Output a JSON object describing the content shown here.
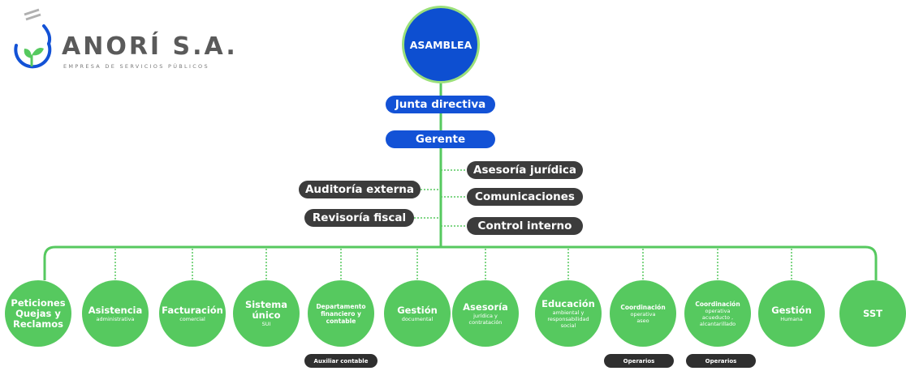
{
  "logo": {
    "name": "ANORÍ S.A.",
    "tagline": "EMPRESA DE SERVICIOS PÚBLICOS",
    "icon": "water-drop-leaf-icon"
  },
  "colors": {
    "blue": "#1352d6",
    "green": "#56c95f",
    "dark": "#3c3c3c",
    "ring": "#9be07a"
  },
  "top": {
    "asamblea": "ASAMBLEA",
    "junta": "Junta directiva",
    "gerente": "Gerente"
  },
  "advisors_left": [
    "Auditoría externa",
    "Revisoría fiscal"
  ],
  "advisors_right": [
    "Asesoría jurídica",
    "Comunicaciones",
    "Control interno"
  ],
  "departments": [
    {
      "title": "Peticiones\nQuejas y\nReclamos",
      "sub": ""
    },
    {
      "title": "Asistencia",
      "sub": "administrativa"
    },
    {
      "title": "Facturación",
      "sub": "comercial"
    },
    {
      "title": "Sistema\núnico",
      "sub": "SUI"
    },
    {
      "title": "Departamento\nfinanciero y\ncontable",
      "sub": ""
    },
    {
      "title": "Gestión",
      "sub": "documental"
    },
    {
      "title": "Asesoría",
      "sub": "jurídica y\ncontratación"
    },
    {
      "title": "Educación",
      "sub": "ambiental y\nresponsabilidad\nsocial"
    },
    {
      "title": "Coordinación",
      "sub": "operativa\naseo"
    },
    {
      "title": "Coordinación",
      "sub": "operativa\nacueducto ,\nalcantarillado"
    },
    {
      "title": "Gestión",
      "sub": "Humana"
    },
    {
      "title": "SST",
      "sub": ""
    }
  ],
  "sub_units": {
    "auxiliar": "Auxiliar contable",
    "operarios_1": "Operarios",
    "operarios_2": "Operarios"
  }
}
